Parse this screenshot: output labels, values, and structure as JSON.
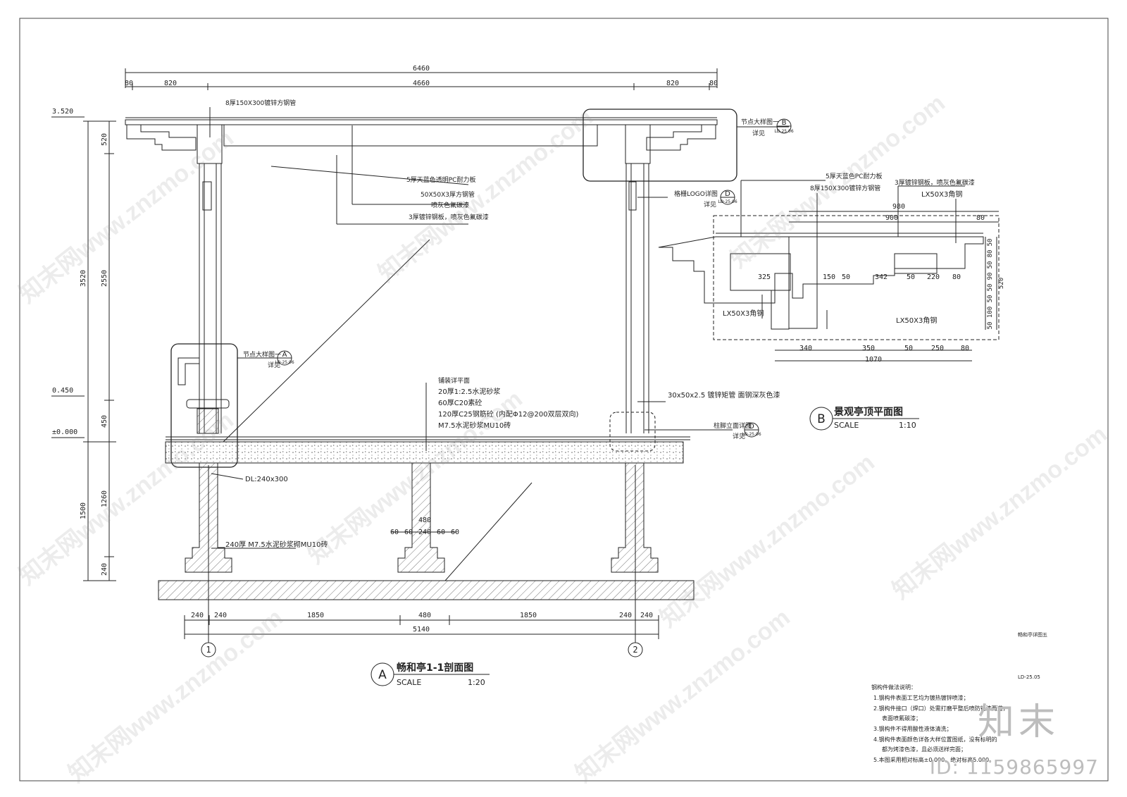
{
  "drawing": {
    "sheet_code": "LD-25.05",
    "sheet_title": "畅和亭详图五"
  },
  "dimensions": {
    "top_total": "6460",
    "top_parts": [
      "80",
      "820",
      "4660",
      "820",
      "80"
    ],
    "left_levels": [
      "3.520",
      "0.450",
      "±0.000"
    ],
    "left_chain": [
      "520",
      "2550",
      "3520",
      "450",
      "1260",
      "1500",
      "240"
    ],
    "bottom_parts": [
      "240",
      "240",
      "1850",
      "480",
      "1850",
      "240",
      "240"
    ],
    "bottom_total": "5140",
    "pier": [
      "480",
      "60",
      "60",
      "240",
      "60",
      "60"
    ],
    "grid_marks": [
      "1",
      "2"
    ]
  },
  "section_labels": {
    "steel_tube": "8厚150X300镀锌方钢管",
    "pc_board": "5厚天蓝色透明PC耐力板",
    "square_tube": "50X50X3厚方钢管",
    "spray1": "喷灰色氟碳漆",
    "plate": "3厚镀锌钢板，喷灰色氟碳漆",
    "node_b": "节点大样图一",
    "node_b_see": "详见",
    "logo": "格栅LOGO详图",
    "logo_see": "详见",
    "node_a": "节点大样图一",
    "node_a_see": "详见",
    "floor_note_0": "铺装详平面",
    "floor_note_1": "20厚1:2.5水泥砂浆",
    "floor_note_2": "60厚C20素砼",
    "floor_note_3": "120厚C25钢筋砼 (内配Φ12@200双层双向)",
    "floor_note_4": "M7.5水泥砂浆MU10砖",
    "column_tube": "30x50x2.5 镀锌矩管 面钢深灰色漆",
    "foot": "柱脚立面详图",
    "foot_see": "详见",
    "beam": "DL:240x300",
    "wall": "240厚 M7.5水泥砂浆砌MU10砖"
  },
  "callouts": {
    "b_ref": "B",
    "b_sheet": "LD-25.06",
    "d_ref": "D",
    "d_sheet": "LD-25.06",
    "a_ref": "A",
    "a_sheet": "LD-25.06",
    "c_ref": "D",
    "c_sheet": "LD-25.06"
  },
  "title_a": {
    "mark": "A",
    "title": "畅和亭1-1剖面图",
    "scale_label": "SCALE",
    "scale": "1:20"
  },
  "title_b": {
    "mark": "B",
    "title": "景观亭顶平面图",
    "scale_label": "SCALE",
    "scale": "1:10"
  },
  "detail_b": {
    "label_pc": "5厚天蓝色PC耐力板",
    "label_tube": "8厚150X300镀锌方钢管",
    "label_plate": "3厚镀锌钢板，喷灰色氟碳漆",
    "label_angle_top": "LX50X3角钢",
    "label_angle_left": "LX50X3角钢",
    "label_angle_bottom": "LX50X3角钢",
    "top_dims": [
      "980",
      "900",
      "80"
    ],
    "inner_dims": [
      "325",
      "150",
      "50",
      "342",
      "50",
      "220",
      "80"
    ],
    "right_dims": [
      "50",
      "80",
      "50",
      "90",
      "50",
      "50",
      "100",
      "50"
    ],
    "right_total": "520",
    "bottom_dims": [
      "340",
      "350",
      "50",
      "250",
      "80"
    ],
    "bottom_total": "1070"
  },
  "notes": {
    "title": "钢构件做法说明：",
    "items": [
      "1.钢构件表面工艺均为镀热镀锌喷漆；",
      "2.钢构件接口（焊口）处需打磨平整后喷防锈漆两道，",
      "表面喷氟碳漆；",
      "3.钢构件不得用酸性液体清洗；",
      "4.钢构件表面颜色详各大样位置图纸，没有标明的",
      "都为烤漆色漆，且必须送样完面；",
      "5.本图采用相对标高±0.000，绝对标高5.000。"
    ]
  },
  "watermark": {
    "text": "知末网www.znzmo.com",
    "brand": "知末",
    "id": "ID: 1159865997"
  }
}
